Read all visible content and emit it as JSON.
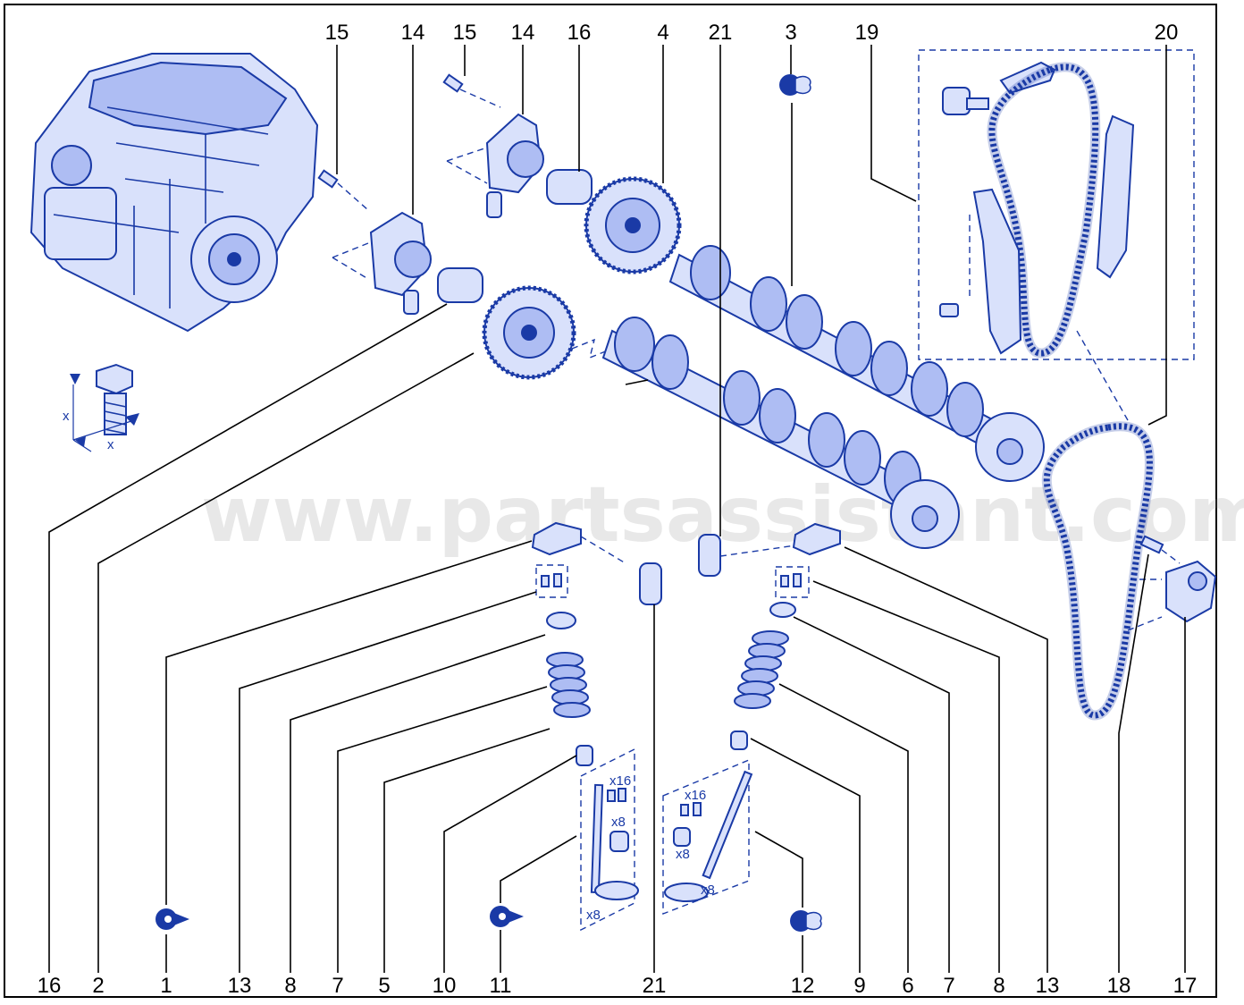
{
  "watermark": "www.partsassistant.com",
  "colors": {
    "line_art": "#1a3aa6",
    "callout": "#000000",
    "background": "#ffffff"
  },
  "top_callouts": [
    "15",
    "14",
    "15",
    "14",
    "16",
    "4",
    "21",
    "3",
    "19",
    "20"
  ],
  "bottom_callouts": [
    "16",
    "2",
    "1",
    "13",
    "8",
    "7",
    "5",
    "10",
    "11",
    "21",
    "12",
    "9",
    "6",
    "7",
    "8",
    "13",
    "18",
    "17"
  ],
  "torque_diagram": {
    "dimension_label_vertical": "x",
    "dimension_label_horizontal": "x"
  },
  "quantity_labels": {
    "intake_kit_keeper": "x16",
    "intake_kit_seal": "x8",
    "intake_kit_valve": "x8",
    "exhaust_kit_keeper": "x16",
    "exhaust_kit_seal": "x8",
    "exhaust_kit_valve": "x8"
  },
  "icons": [
    "engine-illustration-icon",
    "bolt-torque-icon",
    "reuse-part-icon",
    "replace-part-icon"
  ]
}
